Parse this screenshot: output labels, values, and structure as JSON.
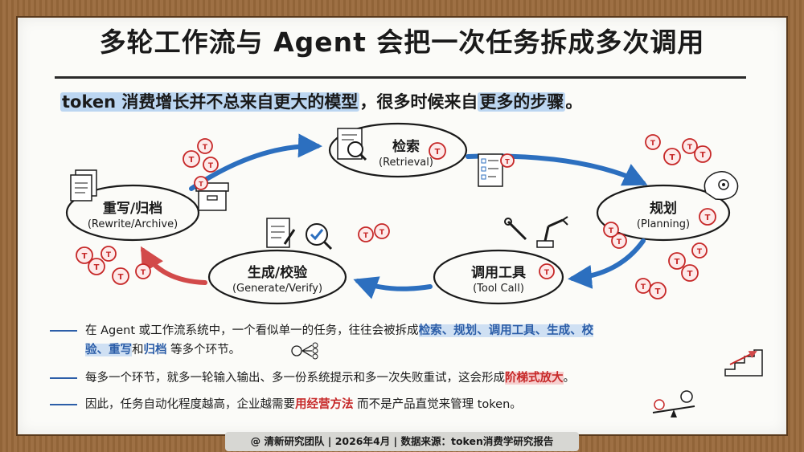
{
  "title": "多轮工作流与 Agent 会把一次任务拆成多次调用",
  "subtitle": {
    "part1": "token 消费增长并不总来自更大的模型",
    "part2": "，很多时候来自",
    "part3": "更多的步骤",
    "part4": "。"
  },
  "nodes": [
    {
      "id": "retrieval",
      "cn": "检索",
      "en": "(Retrieval)"
    },
    {
      "id": "planning",
      "cn": "规划",
      "en": "(Planning)"
    },
    {
      "id": "toolcall",
      "cn": "调用工具",
      "en": "(Tool Call)"
    },
    {
      "id": "generate",
      "cn": "生成/校验",
      "en": "(Generate/Verify)"
    },
    {
      "id": "rewrite",
      "cn": "重写/归档",
      "en": "(Rewrite/Archive)"
    }
  ],
  "coin_letter": "T",
  "bullets": {
    "b1": {
      "a": "在 Agent 或工作流系统中，一个看似单一的任务，往往会被拆成",
      "h1": "检索、规划、调用工具、生成、校",
      "h2": "验、重写",
      "c": "和",
      "h3": "归档",
      "d": " 等多个环节。"
    },
    "b2": {
      "a": "每多一个环节，就多一轮输入输出、多一份系统提示和多一次失败重试，这会形成",
      "h": "阶梯式放大",
      "b": "。"
    },
    "b3": {
      "a": "因此，任务自动化程度越高，企业越需要",
      "h": "用经营方法",
      "b": " 而不是产品直觉来管理 token。"
    }
  },
  "footer": "@ 清新研究团队 | 2026年4月 | 数据来源：token消费学研究报告",
  "colors": {
    "accent_blue": "#2c5ea8",
    "accent_red": "#c62828",
    "highlight_blue": "#bcd6f1",
    "wood": "#9a6a3c"
  }
}
